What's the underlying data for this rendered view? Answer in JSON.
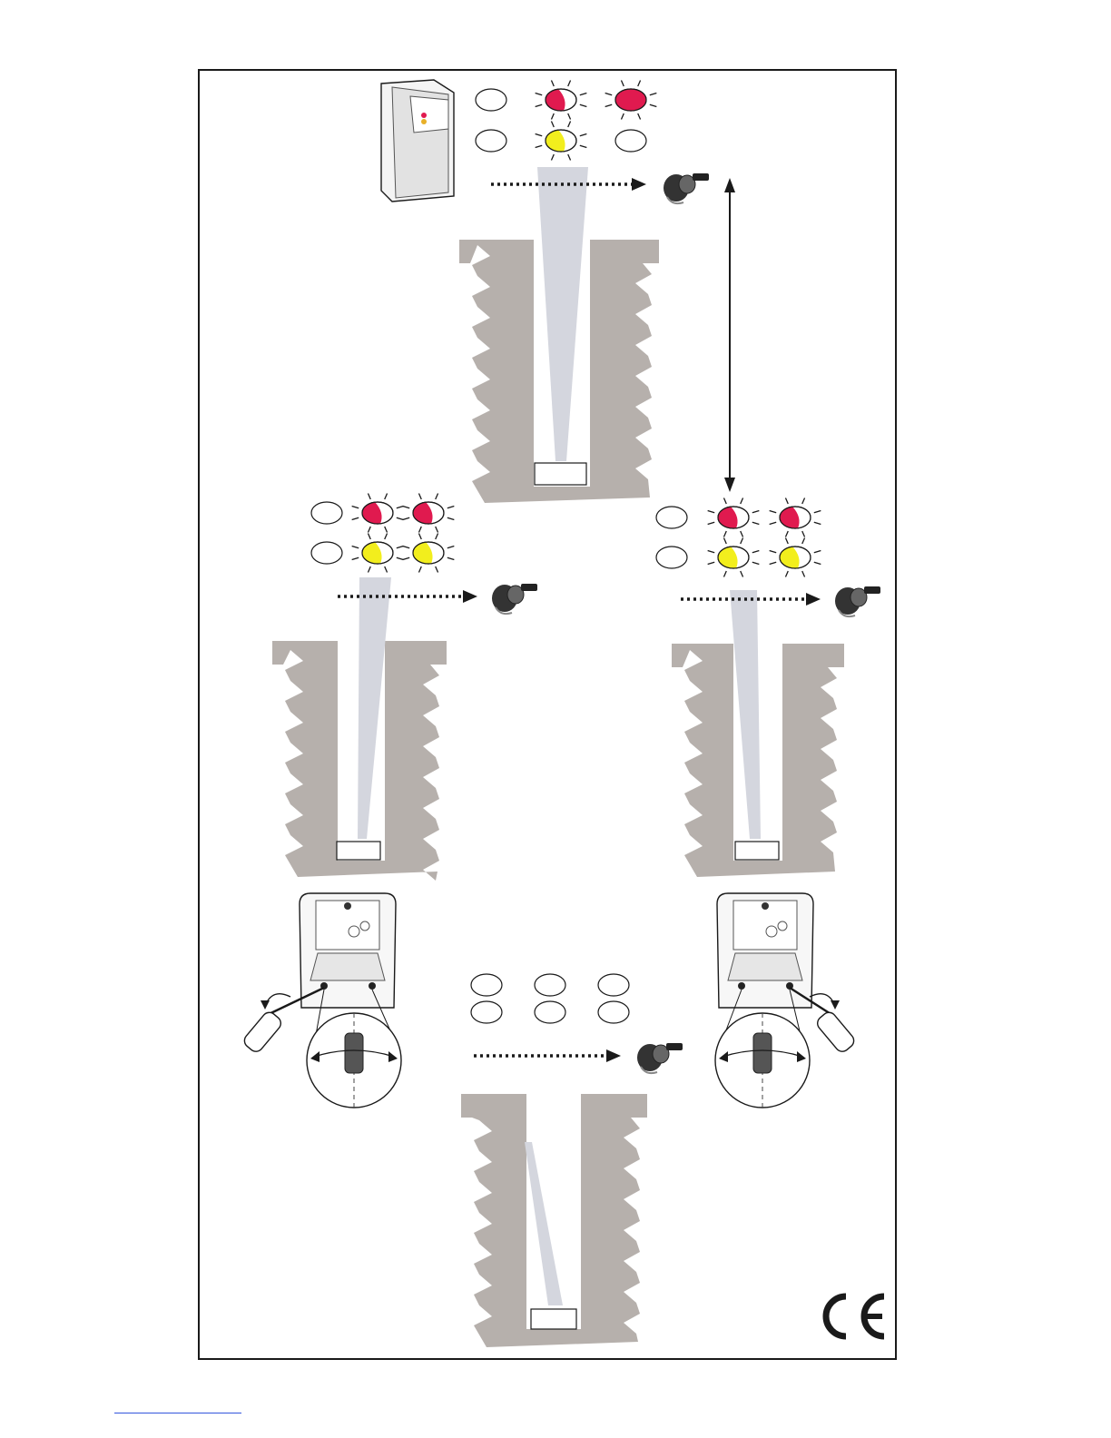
{
  "colors": {
    "wall": "#b6b0ac",
    "beam": "#d4d6de",
    "led_red": "#e01a4f",
    "led_yellow": "#f2ee1d",
    "led_off": "#ffffff",
    "stroke": "#1a1a1a",
    "footer_line": "#3355dd"
  },
  "icons": {
    "detector": "motion-detector-icon",
    "walk_test_person": "walking-person-icon",
    "screwdriver": "screwdriver-icon",
    "ce_mark": "ce-mark-icon"
  },
  "steps": [
    {
      "id": "top",
      "leds": [
        [
          "off",
          "red-flash",
          "red-flash-full"
        ],
        [
          "off",
          "yellow-flash",
          "off"
        ]
      ],
      "beam": "center"
    },
    {
      "id": "middle-left",
      "leds": [
        [
          "off",
          "red-flash",
          "red-flash"
        ],
        [
          "off",
          "yellow-flash",
          "yellow-flash"
        ]
      ],
      "beam": "tilted-right"
    },
    {
      "id": "middle-right",
      "leds": [
        [
          "off",
          "red-flash",
          "red-flash"
        ],
        [
          "off",
          "yellow-flash",
          "yellow-flash"
        ]
      ],
      "beam": "tilted-left"
    },
    {
      "id": "bottom",
      "leds": [
        [
          "off",
          "off",
          "off"
        ],
        [
          "off",
          "off",
          "off"
        ]
      ],
      "beam": "tilted-left-wide"
    }
  ],
  "adjust_directions": [
    "counter-clockwise",
    "clockwise"
  ],
  "ce_mark": "CE"
}
